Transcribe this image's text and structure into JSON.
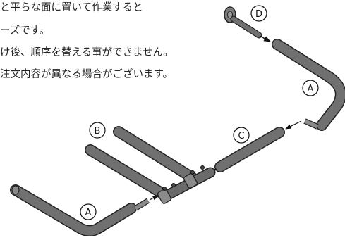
{
  "notes": [
    "と平らな面に置いて作業すると",
    "ーズです。",
    "け後、順序を替える事ができません。",
    "注文内容が異なる場合がございます。"
  ],
  "labels": {
    "a_top": "A",
    "a_bottom": "A",
    "b": "B",
    "c": "C",
    "d": "D"
  }
}
